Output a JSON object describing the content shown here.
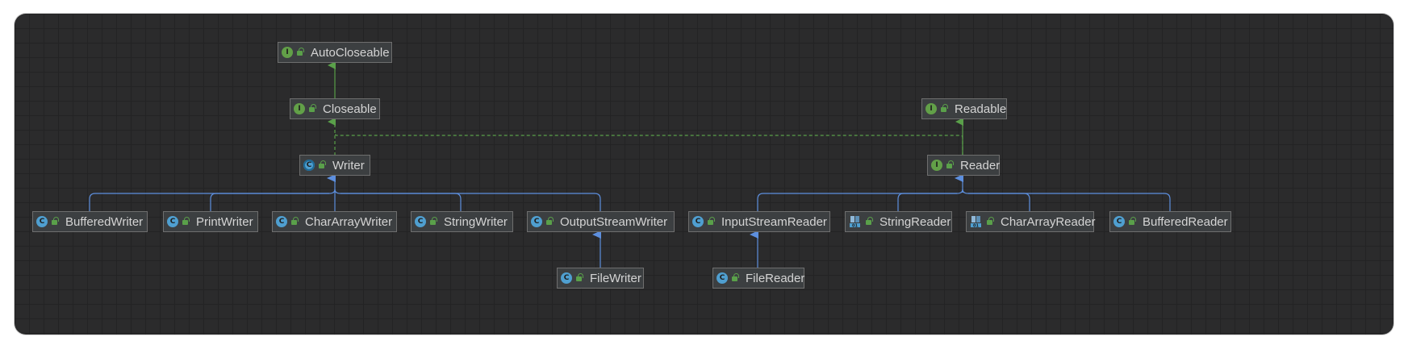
{
  "colors": {
    "background": "#2b2b2c",
    "node_fill": "#3c3f41",
    "node_border": "#6e6e6e",
    "implements_edge": "#5aa04a",
    "extends_edge": "#5d8fde",
    "text": "#d4d4d4"
  },
  "nodes": {
    "autocloseable": {
      "label": "AutoCloseable",
      "kind": "interface"
    },
    "closeable": {
      "label": "Closeable",
      "kind": "interface"
    },
    "readable": {
      "label": "Readable",
      "kind": "interface"
    },
    "writer": {
      "label": "Writer",
      "kind": "abstract-class"
    },
    "reader": {
      "label": "Reader",
      "kind": "interface"
    },
    "bufferedwriter": {
      "label": "BufferedWriter",
      "kind": "class"
    },
    "printwriter": {
      "label": "PrintWriter",
      "kind": "class"
    },
    "chararraywriter": {
      "label": "CharArrayWriter",
      "kind": "class"
    },
    "stringwriter": {
      "label": "StringWriter",
      "kind": "class"
    },
    "outputstreamwriter": {
      "label": "OutputStreamWriter",
      "kind": "class"
    },
    "inputstreamreader": {
      "label": "InputStreamReader",
      "kind": "class"
    },
    "stringreader": {
      "label": "StringReader",
      "kind": "decompiled-class"
    },
    "chararrayreader": {
      "label": "CharArrayReader",
      "kind": "decompiled-class"
    },
    "bufferedreader": {
      "label": "BufferedReader",
      "kind": "class"
    },
    "filewriter": {
      "label": "FileWriter",
      "kind": "class"
    },
    "filereader": {
      "label": "FileReader",
      "kind": "class"
    }
  },
  "icons": {
    "interface": "interface-icon",
    "class": "class-icon",
    "abstract-class": "abstract-class-icon",
    "decompiled-class": "decompiled-class-icon",
    "visibility": "public-lock-icon"
  }
}
